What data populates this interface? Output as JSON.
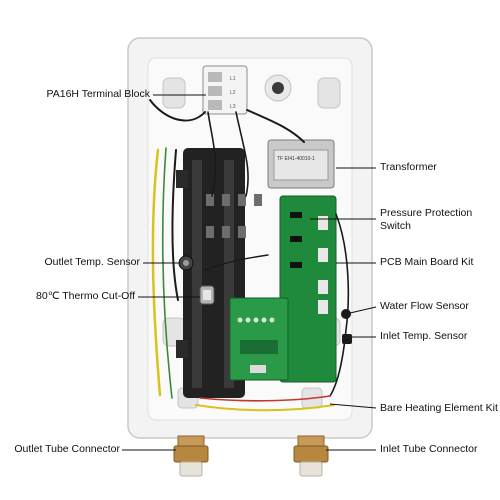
{
  "callouts": {
    "terminal_block": "PA16H Terminal Block",
    "outlet_temp_sensor": "Outlet Temp. Sensor",
    "thermo_cutoff": "80℃ Thermo Cut-Off",
    "outlet_tube_connector": "Outlet Tube Connector",
    "transformer": "Transformer",
    "pressure_switch": "Pressure Protection Switch",
    "pcb_main_board": "PCB Main Board Kit",
    "water_flow_sensor": "Water Flow Sensor",
    "inlet_temp_sensor": "Inlet Temp. Sensor",
    "heating_element": "Bare Heating Element Kit",
    "inlet_tube_connector": "Inlet Tube Connector"
  },
  "component_text": {
    "transformer_model": "TF EI41-40010-1",
    "terminal_marks": [
      "L1",
      "L2",
      "L3"
    ]
  },
  "colors": {
    "housing": "#f3f3f3",
    "pcb_green": "#1f8a3c",
    "wire_yellow": "#d8c21c",
    "wire_black": "#1a1a1a",
    "leader": "#111111"
  }
}
